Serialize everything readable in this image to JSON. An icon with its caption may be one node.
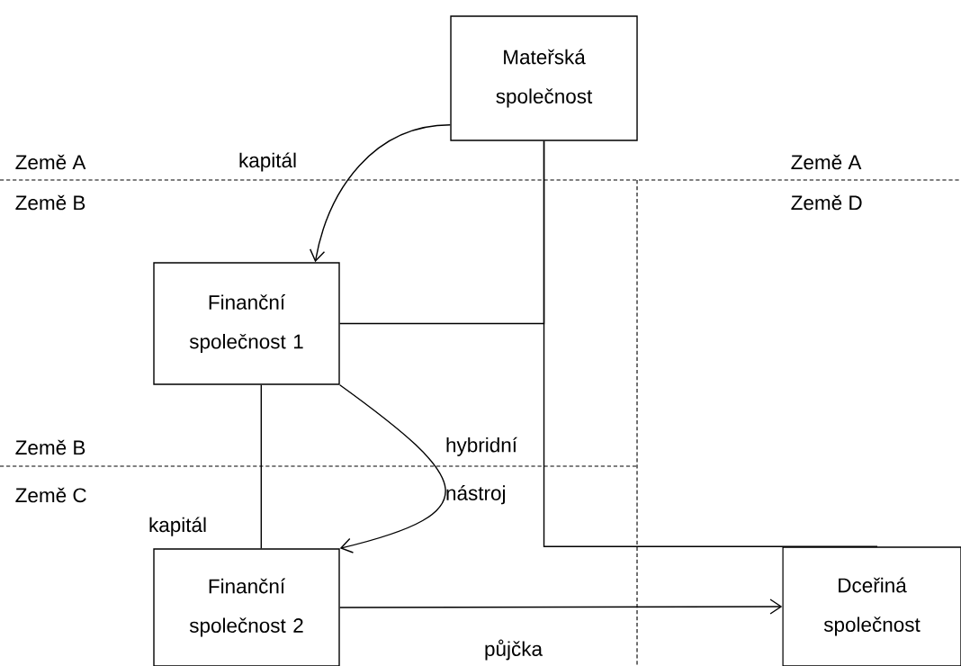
{
  "diagram": {
    "nodes": [
      {
        "text": [
          "Mateřská společnost"
        ]
      },
      {
        "text": [
          "Finanční společnost 1"
        ]
      },
      {
        "text": [
          "Finanční společnost 2"
        ]
      },
      {
        "text": [
          "Dceřiná společnost"
        ]
      }
    ],
    "edges": [
      {
        "from": 0,
        "to": 1,
        "arrow": "to",
        "label": "kapitál"
      },
      {
        "from": 0,
        "to": 1,
        "arrow": "none"
      },
      {
        "from": 0,
        "to": 3,
        "arrow": "none"
      },
      {
        "from": 1,
        "to": 2,
        "arrow": "none",
        "label": "kapitál"
      },
      {
        "from": 1,
        "to": 2,
        "arrow": "to",
        "label": "hybridní nástroj"
      },
      {
        "from": 2,
        "to": 3,
        "arrow": "to",
        "label": "půjčka"
      }
    ],
    "labels": [
      "Země A",
      "Země B",
      "Země A",
      "Země D",
      "Země B",
      "Země C"
    ]
  }
}
